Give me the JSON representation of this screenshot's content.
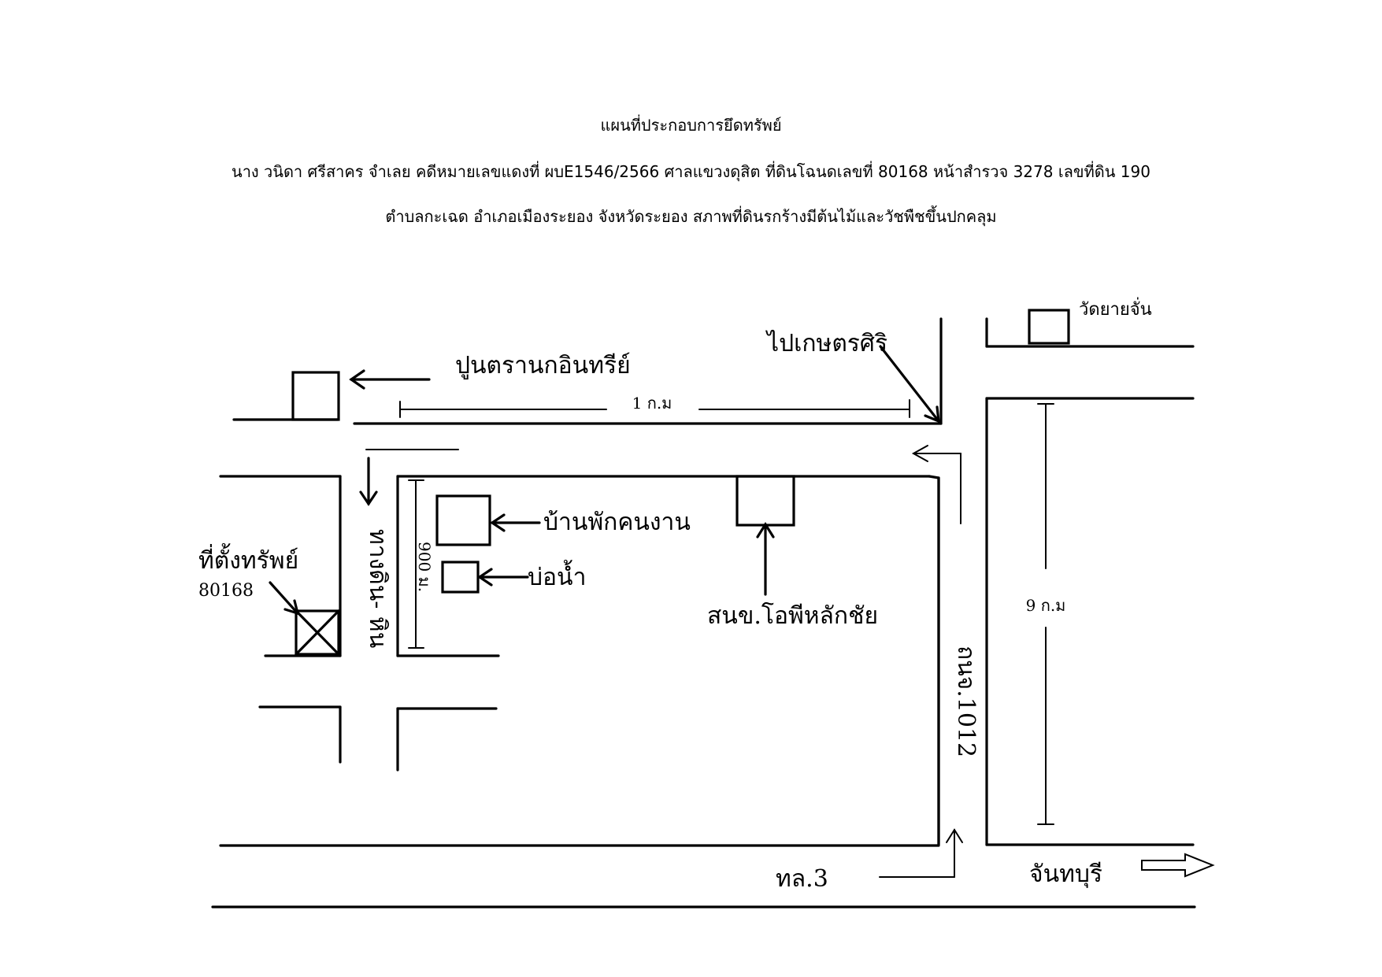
{
  "header": {
    "line1": "แผนที่ประกอบการยึดทรัพย์",
    "line2": "นาง วนิดา ศรีสาคร จำเลย คดีหมายเลขแดงที่ ผบE1546/2566 ศาลแขวงดุสิต ที่ดินโฉนดเลขที่ 80168 หน้าสำรวจ 3278 เลขที่ดิน 190",
    "line3": "ตำบลกะเฉด อำเภอเมืองระยอง จังหวัดระยอง สภาพที่ดินรกร้างมีต้นไม้และวัชพืชขึ้นปกคลุม"
  },
  "map": {
    "cement_factory": "ปูนตรานกอินทรีย์",
    "to_kaset_siri": "ไปเกษตรศิริ",
    "wat_yay_chan": "วัดยายจั่น",
    "distance_1km": "1 ก.ม",
    "distance_9km": "9 ก.ม",
    "distance_900m": "900 ม.",
    "worker_house": "บ้านพักคนงาน",
    "water_pond": "บ่อน้ำ",
    "property_location": "ที่ตั้งทรัพย์",
    "deed_number": "80168",
    "gravel_road": "ทางดิน- หิน",
    "police_station": "สนข.โอพีหลักชัย",
    "road_1012": "ถนจ.1012",
    "highway_3": "ทล.3",
    "chanthaburi": "จันทบุรี"
  }
}
